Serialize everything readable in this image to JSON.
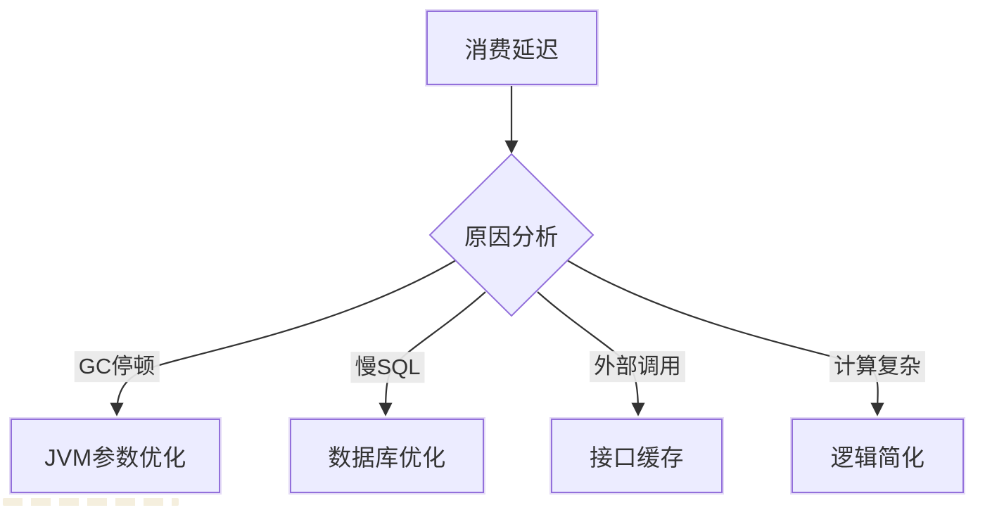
{
  "nodes": {
    "root": {
      "label": "消费延迟",
      "shape": "rect"
    },
    "decision": {
      "label": "原因分析",
      "shape": "diamond"
    },
    "leaf1": {
      "label": "JVM参数优化",
      "shape": "rect"
    },
    "leaf2": {
      "label": "数据库优化",
      "shape": "rect"
    },
    "leaf3": {
      "label": "接口缓存",
      "shape": "rect"
    },
    "leaf4": {
      "label": "逻辑简化",
      "shape": "rect"
    }
  },
  "edges": [
    {
      "from": "root",
      "to": "decision",
      "label": ""
    },
    {
      "from": "decision",
      "to": "leaf1",
      "label": "GC停顿"
    },
    {
      "from": "decision",
      "to": "leaf2",
      "label": "慢SQL"
    },
    {
      "from": "decision",
      "to": "leaf3",
      "label": "外部调用"
    },
    {
      "from": "decision",
      "to": "leaf4",
      "label": "计算复杂"
    }
  ],
  "colors": {
    "node_fill": "#ECECFF",
    "node_border": "#9370DB",
    "edge_line": "#333333",
    "label_bg": "#e9e9e9",
    "text": "#333333",
    "background": "#ffffff"
  }
}
